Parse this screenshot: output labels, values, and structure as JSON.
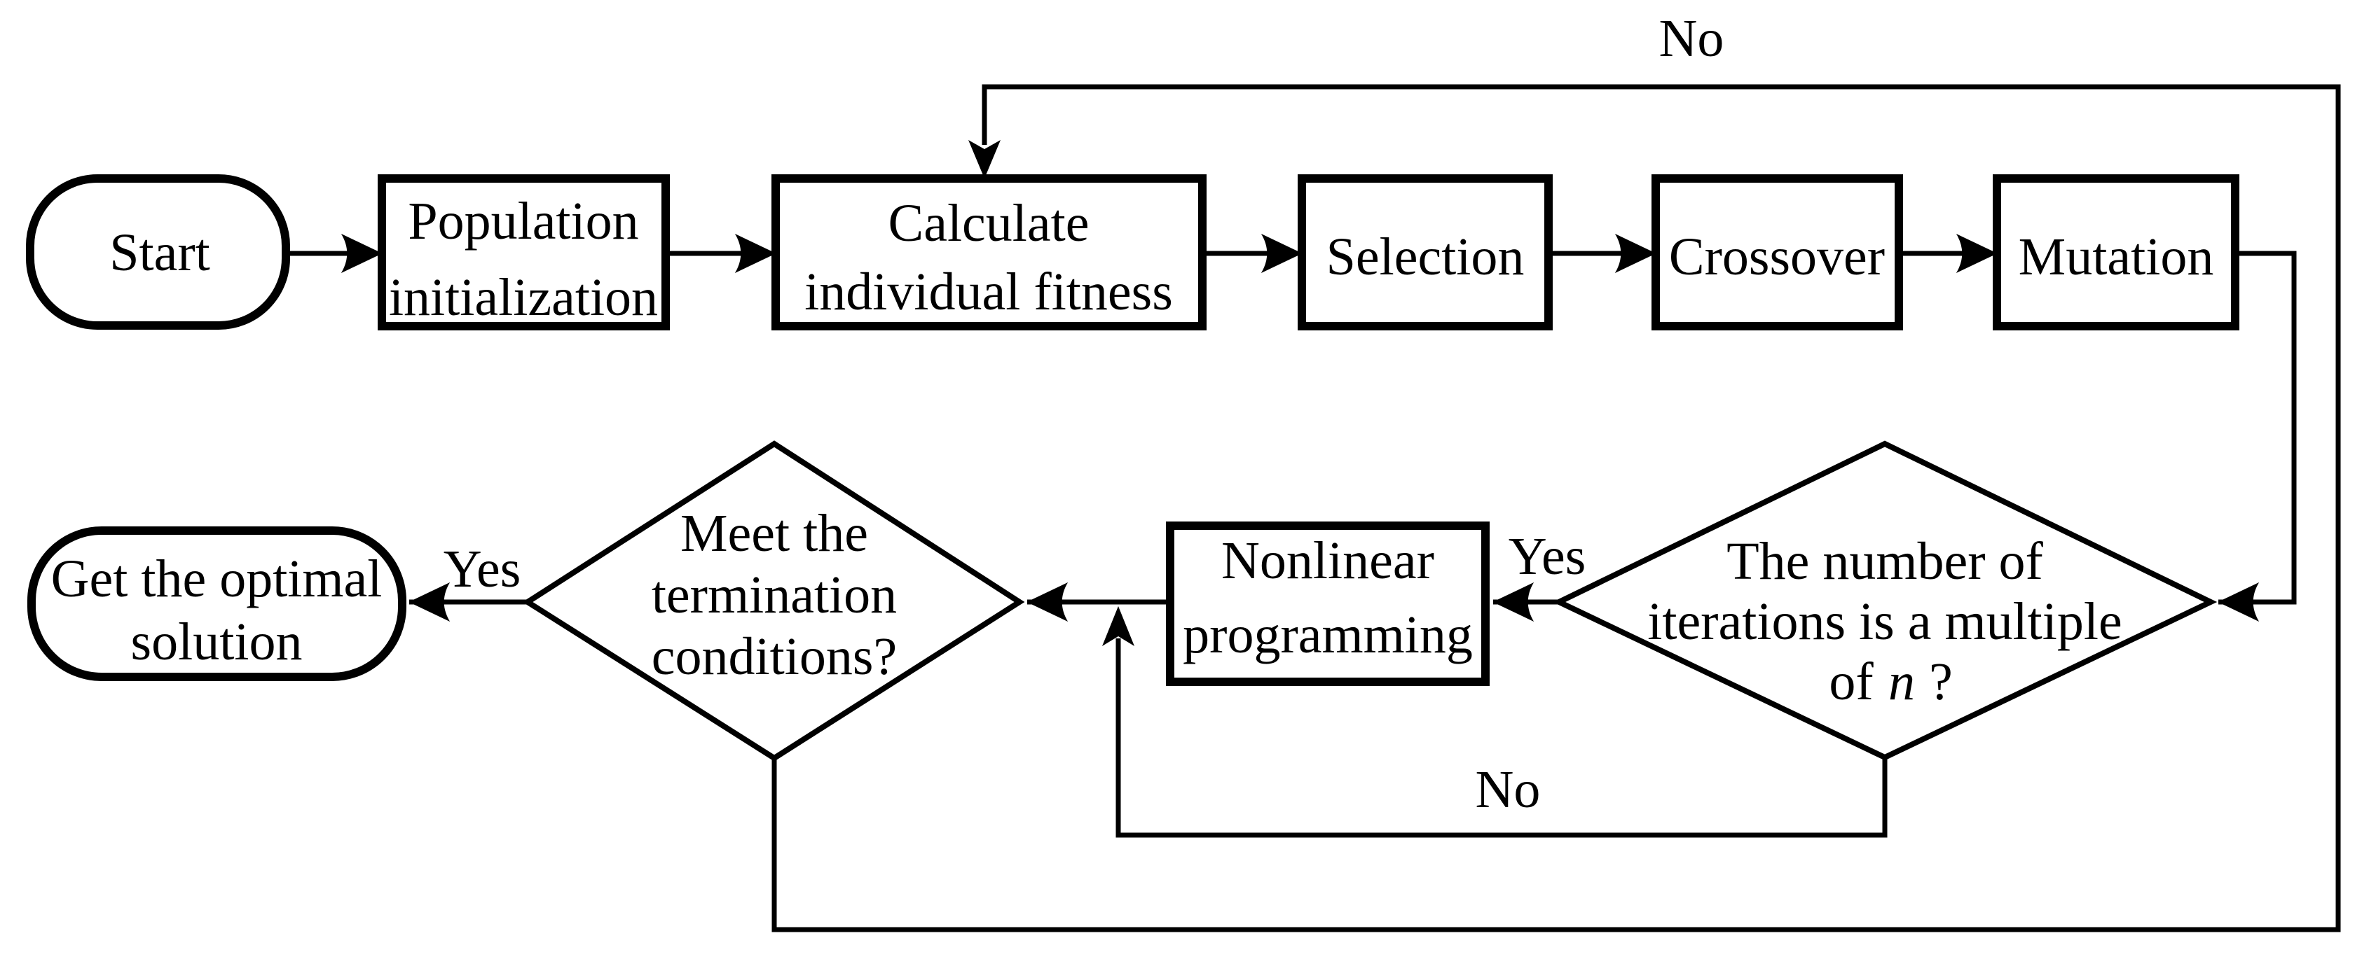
{
  "nodes": {
    "start": {
      "label": "Start"
    },
    "population_initialization": {
      "line1": "Population",
      "line2": "initialization"
    },
    "calculate_fitness": {
      "line1": "Calculate",
      "line2": "individual fitness"
    },
    "selection": {
      "label": "Selection"
    },
    "crossover": {
      "label": "Crossover"
    },
    "mutation": {
      "label": "Mutation"
    },
    "iteration_multiple_check": {
      "line1": "The number of",
      "line2": "iterations is a multiple",
      "line3_word1": "of",
      "line3_var": "n",
      "line3_word2": "?"
    },
    "nonlinear_programming": {
      "line1": "Nonlinear",
      "line2": "programming"
    },
    "termination_check": {
      "line1": "Meet the",
      "line2": "termination",
      "line3": "conditions?"
    },
    "optimal_solution": {
      "line1": "Get the optimal",
      "line2": "solution"
    }
  },
  "edge_labels": {
    "loop_no_top": "No",
    "iteration_yes": "Yes",
    "iteration_no": "No",
    "termination_yes": "Yes"
  },
  "colors": {
    "line": "#000000",
    "text": "#000000",
    "background": "#ffffff"
  }
}
